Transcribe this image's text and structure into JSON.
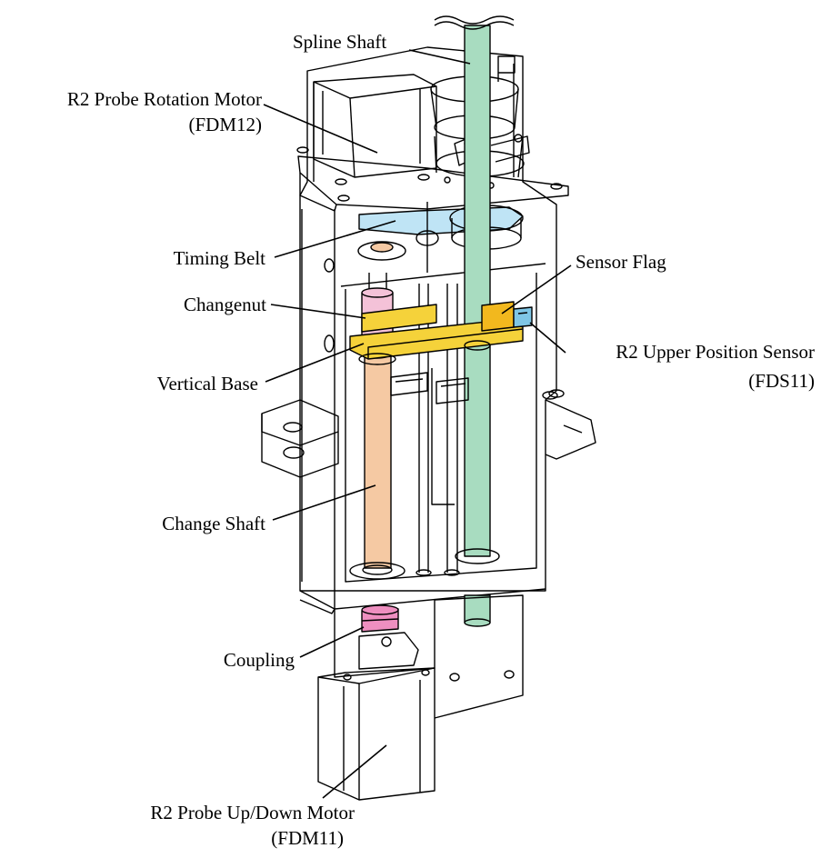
{
  "colors": {
    "spline_shaft": "#a8dcc0",
    "change_shaft": "#f5c9a3",
    "changenut": "#f4c2d8",
    "vertical_base": "#f5d23a",
    "sensor_flag": "#f2b81e",
    "upper_sensor": "#7fc6e6",
    "coupling": "#ee8fc0",
    "timing_belt": "#bfe4f5"
  },
  "labels": {
    "spline_shaft": "Spline Shaft",
    "rotation_motor": "R2 Probe Rotation Motor",
    "rotation_motor_id": "(FDM12)",
    "timing_belt": "Timing Belt",
    "sensor_flag": "Sensor Flag",
    "changenut": "Changenut",
    "upper_sensor": "R2 Upper Position Sensor",
    "upper_sensor_id": "(FDS11)",
    "vertical_base": "Vertical Base",
    "change_shaft": "Change Shaft",
    "coupling": "Coupling",
    "updown_motor": "R2 Probe Up/Down Motor",
    "updown_motor_id": "(FDM11)"
  }
}
